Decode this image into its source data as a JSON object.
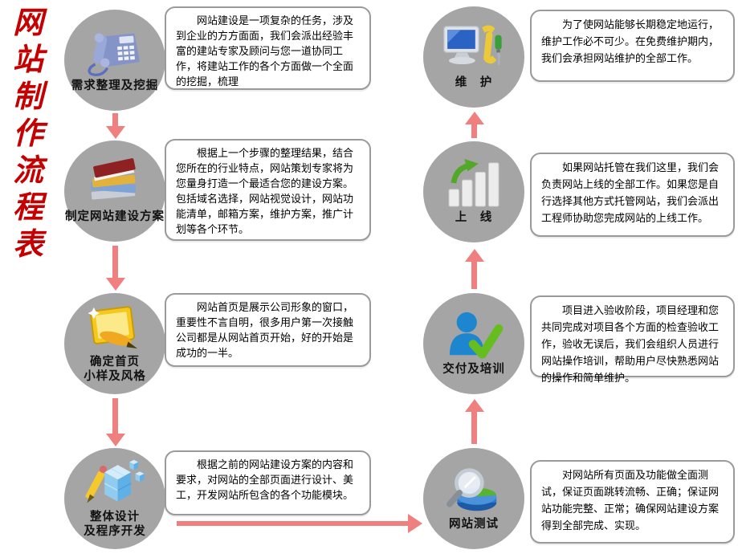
{
  "title": {
    "text": "网站制作流程表"
  },
  "colors": {
    "title_red": "#c60000",
    "circle_gray": "#a5a5a5",
    "arrow_pink": "#f08080",
    "box_border": "#9a9a9a",
    "text_black": "#000000"
  },
  "steps": [
    {
      "id": "requirements",
      "icon": "phone-icon",
      "label": "需求整理及挖掘",
      "desc": "网站建设是一项复杂的任务，涉及到企业的方方面面，我们会派出经验丰富的建站专家及顾问与您一道协同工作，将建站工作的各个方面做一个全面的挖掘，梳理"
    },
    {
      "id": "plan",
      "icon": "books-icon",
      "label": "制定网站建设方案",
      "desc": "根据上一个步骤的整理结果，结合您所在的行业特点，网站策划专家将为您量身打造一个最适合您的建设方案。包括域名选择，网站视觉设计，网站功能清单，邮箱方案，维护方案，推广计划等各个环节。"
    },
    {
      "id": "homepage-style",
      "icon": "paint-frame-icon",
      "label": "确定首页\n小样及风格",
      "desc": "网站首页是展示公司形象的窗口，重要性不言自明，很多用户第一次接触公司都是从网站首页开始，好的开始是成功的一半。"
    },
    {
      "id": "design-develop",
      "icon": "blocks-pencil-icon",
      "label": "整体设计\n及程序开发",
      "desc": "根据之前的网站建设方案的内容和要求，对网站的全部页面进行设计、美工，开发网站所包含的各个功能模块。"
    },
    {
      "id": "testing",
      "icon": "magnifier-pie-icon",
      "label": "网站测试",
      "desc": "对网站所有页面及功能做全面测试，保证页面跳转流畅、正确；保证网站功能完整、正常；确保网站建设方案得到全部完成、实现。"
    },
    {
      "id": "delivery-training",
      "icon": "user-check-icon",
      "label": "交付及培训",
      "desc": "项目进入验收阶段，项目经理和您共同完成对项目各个方面的检查验收工作，验收无误后，我们会组织人员进行网站操作培训，帮助用户尽快熟悉网站的操作和简单维护。"
    },
    {
      "id": "launch",
      "icon": "chart-up-icon",
      "label": "上　线",
      "desc": "如果网站托管在我们这里，我们会负责网站上线的全部工作。如果您是自行选择其他方式托管网站，我们会派出工程师协助您完成网站的上线工作。"
    },
    {
      "id": "maintenance",
      "icon": "monitor-tools-icon",
      "label": "维　护",
      "desc": "为了使网站能够长期稳定地运行，维护工作必不可少。在免费维护期内，我们会承担网站维护的全部工作。"
    }
  ]
}
